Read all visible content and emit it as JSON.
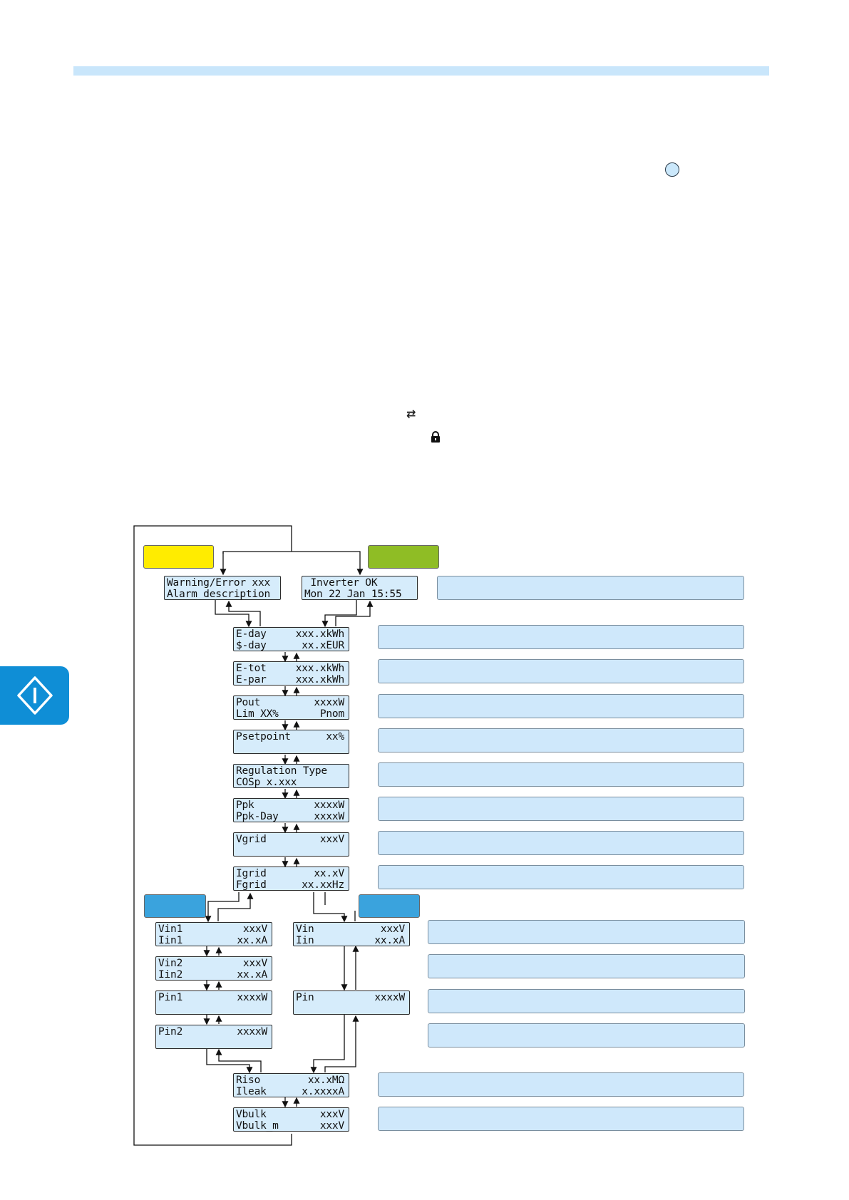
{
  "icons": {
    "info_dot": "info-circle-icon",
    "cycle": "cycle-arrows-icon",
    "lock": "lock-icon",
    "side_tab": "information-diamond-icon"
  },
  "colors": {
    "accent": "#c9e6fb",
    "warning_state": "#ffec00",
    "ok_state": "#8fbd25",
    "input_state": "#3aa3dd",
    "side_tab": "#0f8ed6"
  },
  "inline_glyphs": {
    "cycle": "⇄"
  },
  "screens": {
    "warning": {
      "line1_left": "Warning/Error xxx",
      "line1_right": "",
      "line2_left": "Alarm description",
      "line2_right": ""
    },
    "ok": {
      "line1_left": " Inverter OK",
      "line1_right": "",
      "line2_left": "Mon 22 Jan 15:55",
      "line2_right": ""
    },
    "eday": {
      "line1_left": "E-day",
      "line1_right": "xxx.xkWh",
      "line2_left": "$-day",
      "line2_right": "xx.xEUR"
    },
    "etot": {
      "line1_left": "E-tot",
      "line1_right": "xxx.xkWh",
      "line2_left": "E-par",
      "line2_right": "xxx.xkWh"
    },
    "pout": {
      "line1_left": "Pout",
      "line1_right": "xxxxW",
      "line2_left": "Lim XX%",
      "line2_right": "Pnom"
    },
    "psetpoint": {
      "line1_left": "Psetpoint",
      "line1_right": "xx%",
      "line2_left": "",
      "line2_right": ""
    },
    "regulation": {
      "line1_left": "Regulation Type",
      "line1_right": "",
      "line2_left": "COSp x.xxx",
      "line2_right": ""
    },
    "ppk": {
      "line1_left": "Ppk",
      "line1_right": "xxxxW",
      "line2_left": "Ppk-Day",
      "line2_right": "xxxxW"
    },
    "vgrid": {
      "line1_left": "Vgrid",
      "line1_right": "xxxV",
      "line2_left": "",
      "line2_right": ""
    },
    "igrid": {
      "line1_left": "Igrid",
      "line1_right": "xx.xV",
      "line2_left": "Fgrid",
      "line2_right": "xx.xxHz"
    },
    "vin1": {
      "line1_left": "Vin1",
      "line1_right": "xxxV",
      "line2_left": "Iin1",
      "line2_right": "xx.xA"
    },
    "vin2": {
      "line1_left": "Vin2",
      "line1_right": "xxxV",
      "line2_left": "Iin2",
      "line2_right": "xx.xA"
    },
    "pin1": {
      "line1_left": "Pin1",
      "line1_right": "xxxxW",
      "line2_left": "",
      "line2_right": ""
    },
    "pin2": {
      "line1_left": "Pin2",
      "line1_right": "xxxxW",
      "line2_left": "",
      "line2_right": ""
    },
    "vin": {
      "line1_left": "Vin",
      "line1_right": "xxxV",
      "line2_left": "Iin",
      "line2_right": "xx.xA"
    },
    "pin": {
      "line1_left": "Pin",
      "line1_right": "xxxxW",
      "line2_left": "",
      "line2_right": ""
    },
    "riso": {
      "line1_left": "Riso",
      "line1_right": "xx.xMΩ",
      "line2_left": "Ileak",
      "line2_right": "x.xxxxA"
    },
    "vbulk": {
      "line1_left": "Vbulk",
      "line1_right": "xxxV",
      "line2_left": "Vbulk_m",
      "line2_right": "xxxV"
    }
  }
}
